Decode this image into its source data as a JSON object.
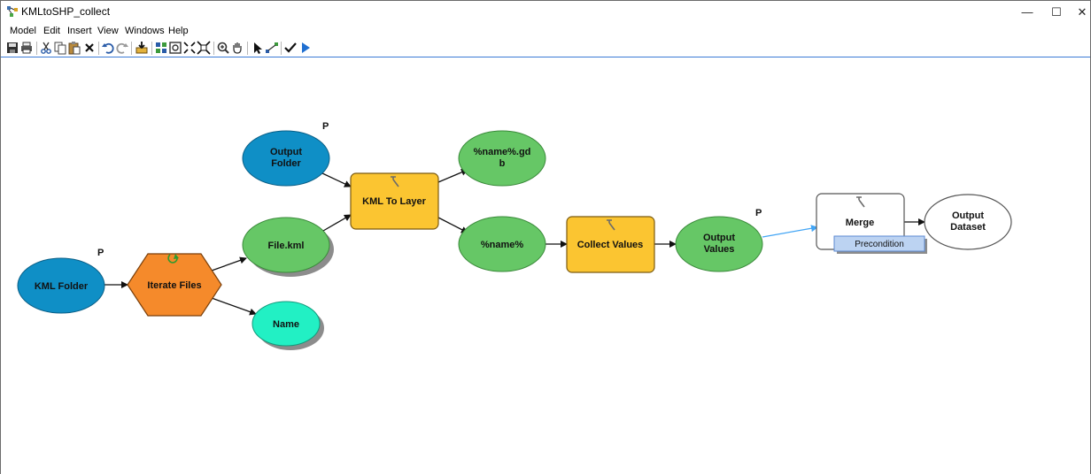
{
  "window": {
    "title": "KMLtoSHP_collect",
    "minimize_glyph": "—",
    "maximize_glyph": "☐",
    "close_glyph": "✕"
  },
  "menu": [
    "Model",
    "Edit",
    "Insert",
    "View",
    "Windows",
    "Help"
  ],
  "toolbar": [
    {
      "name": "save-icon"
    },
    {
      "name": "print-icon"
    },
    {
      "name": "cut-icon"
    },
    {
      "name": "copy-icon"
    },
    {
      "name": "paste-icon"
    },
    {
      "name": "delete-icon"
    },
    {
      "name": "undo-icon"
    },
    {
      "name": "redo-icon"
    },
    {
      "name": "add-data-icon"
    },
    {
      "name": "auto-layout-icon"
    },
    {
      "name": "full-extent-icon"
    },
    {
      "name": "fixed-zoom-in-icon"
    },
    {
      "name": "fixed-zoom-out-icon"
    },
    {
      "name": "zoom-in-icon"
    },
    {
      "name": "pan-icon"
    },
    {
      "name": "select-icon"
    },
    {
      "name": "add-connection-icon"
    },
    {
      "name": "validate-icon"
    },
    {
      "name": "run-icon"
    }
  ],
  "diagram": {
    "nodes": {
      "kml_folder": "KML Folder",
      "iterate_files": "Iterate Files",
      "output_folder_1": "Output",
      "output_folder_2": "Folder",
      "file_kml": "File.kml",
      "name": "Name",
      "kml_to_layer": "KML To Layer",
      "name_gdb_1": "%name%.gd",
      "name_gdb_2": "b",
      "name_var": "%name%",
      "collect_values": "Collect Values",
      "output_values_1": "Output",
      "output_values_2": "Values",
      "merge": "Merge",
      "precondition": "Precondition",
      "output_dataset_1": "Output",
      "output_dataset_2": "Dataset"
    },
    "parameter_marker": "P",
    "colors": {
      "variable_blue": "#0f8fc6",
      "derived_green": "#66c766",
      "tool_yellow": "#fbc531",
      "iterator_orange": "#f58a2b",
      "name_cyan": "#22f0c4",
      "precondition_blue": "#bcd3f2",
      "link_blue": "#42a5f5"
    }
  }
}
